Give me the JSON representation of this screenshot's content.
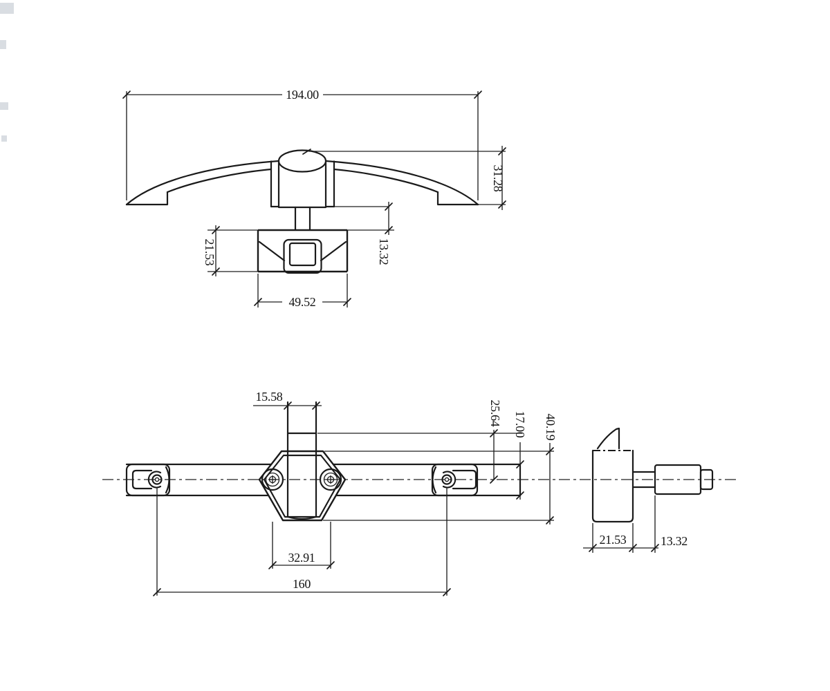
{
  "colors": {
    "background": "#ffffff",
    "line": "#1a1a1a",
    "text": "#141414"
  },
  "views": {
    "top": {
      "label": "handle-top-view",
      "dims": {
        "overall_width": "194.00",
        "boss_to_base_height": "31.28",
        "base_height": "21.53",
        "stem_height": "13.32",
        "base_width": "49.52"
      }
    },
    "front": {
      "label": "rod-assembly-front-view",
      "dims": {
        "neck_width": "15.58",
        "collar_to_center": "25.64",
        "rail_height": "17.00",
        "plate_height": "40.19",
        "screw_spacing": "32.91",
        "guide_spacing": "160"
      }
    },
    "side": {
      "label": "assembly-side-view",
      "dims": {
        "body_width": "21.53",
        "shaft_length": "13.32"
      }
    }
  }
}
